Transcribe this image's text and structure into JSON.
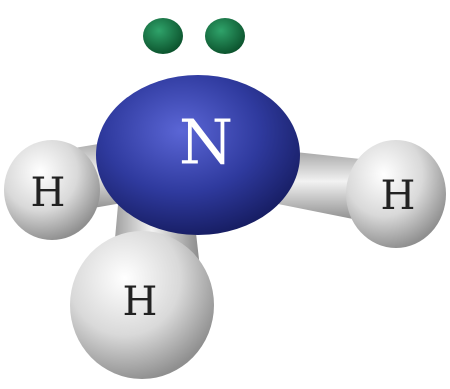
{
  "molecule": {
    "central_atom": {
      "label": "N",
      "color": "#2f3a9e"
    },
    "hydrogens": [
      {
        "label": "H"
      },
      {
        "label": "H"
      },
      {
        "label": "H"
      }
    ],
    "bond_color": "#d6d6d6",
    "hydrogen_color": "#e4e4e4",
    "lone_pair": {
      "electron_count": 2,
      "color": "#0f6b3a"
    }
  }
}
